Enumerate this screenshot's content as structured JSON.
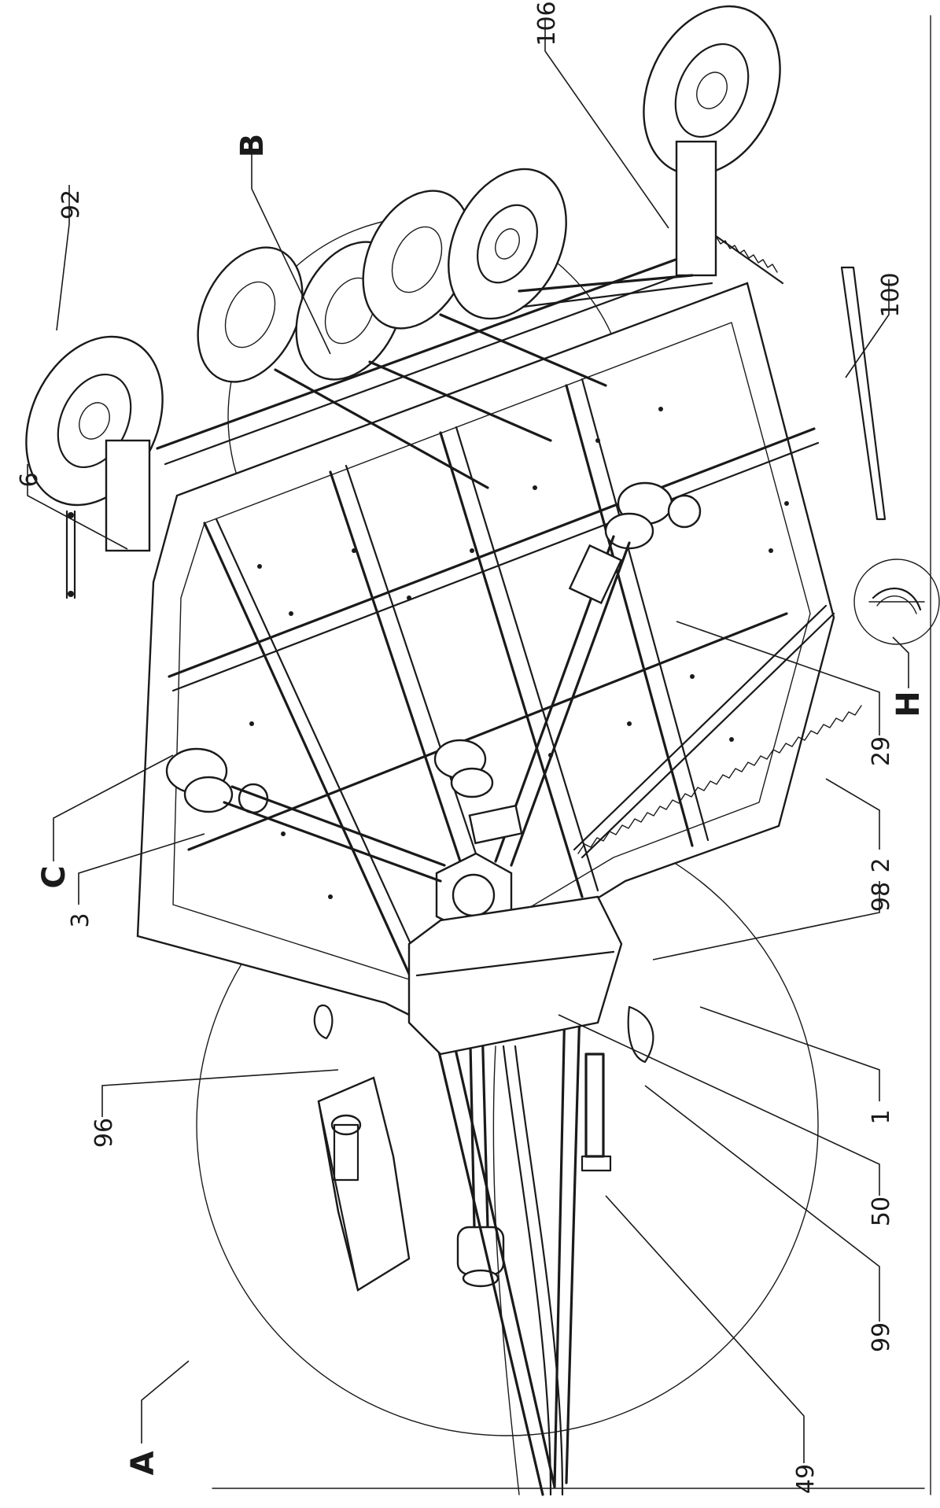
{
  "figure": {
    "reference_numbers": [
      "106",
      "92",
      "6",
      "100",
      "2",
      "29",
      "98",
      "1",
      "50",
      "99",
      "49",
      "96",
      "3"
    ],
    "detail_letters": [
      "A",
      "B",
      "C",
      "H"
    ]
  },
  "labels": {
    "n106": "106",
    "n92": "92",
    "n6": "6",
    "n100": "100",
    "n2": "2",
    "n29": "29",
    "n98": "98",
    "n1": "1",
    "n50": "50",
    "n99": "99",
    "n49": "49",
    "n96": "96",
    "n3": "3",
    "A": "A",
    "B": "B",
    "C": "C",
    "H": "H"
  }
}
